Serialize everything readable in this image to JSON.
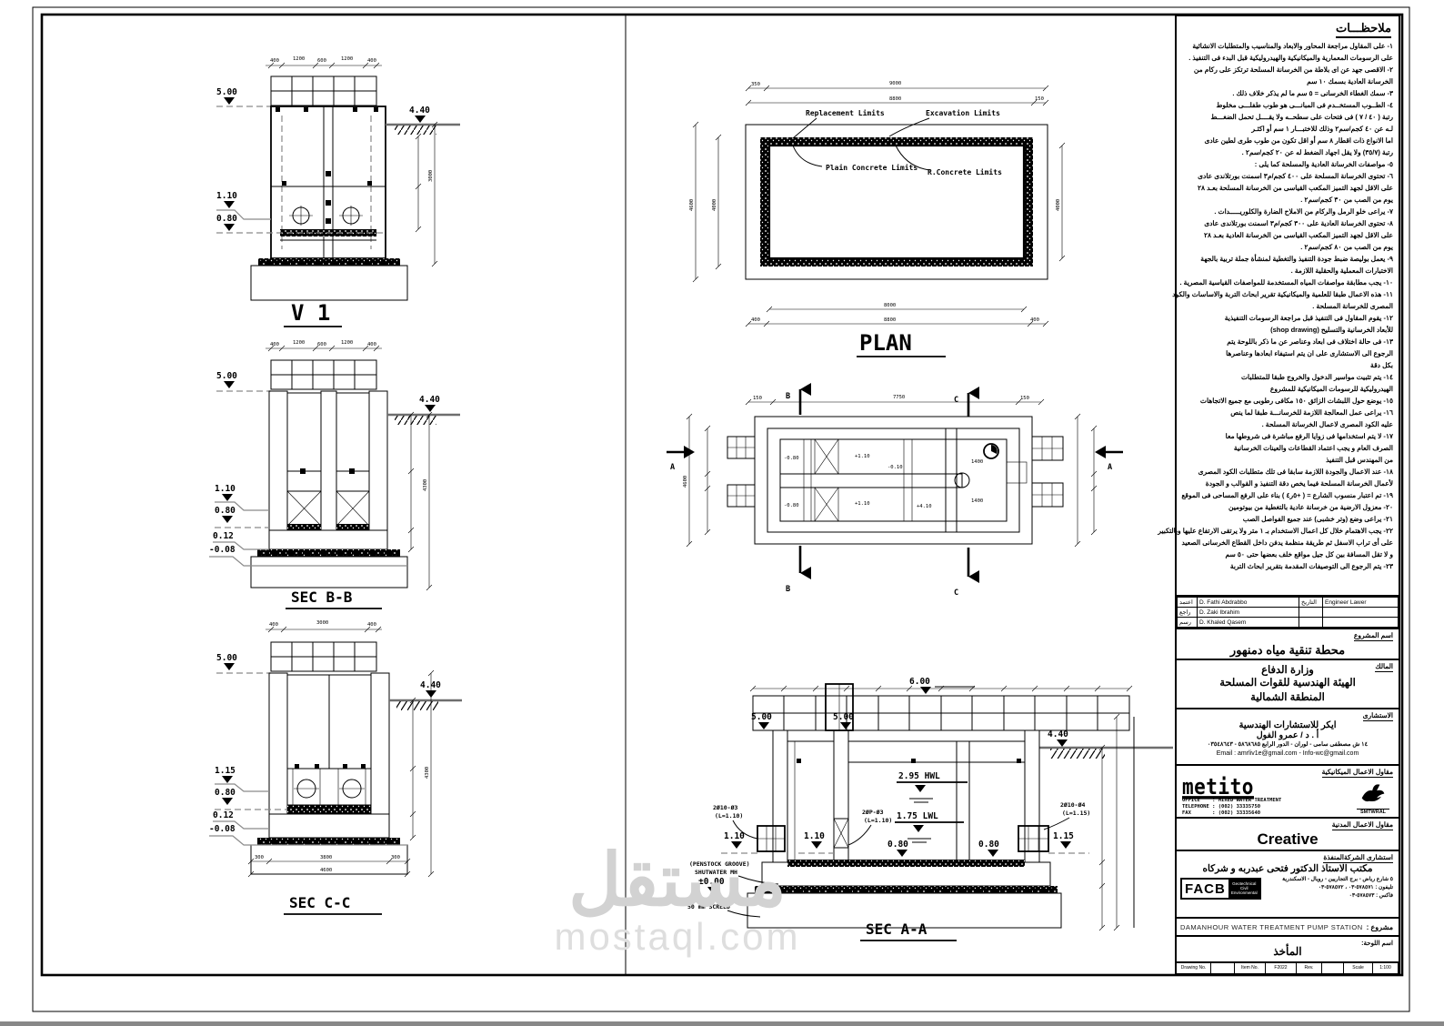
{
  "colors": {
    "ink": "#000000",
    "leader_gray": "#8a8a8a",
    "ground_gray": "#6e6e6e",
    "watermark": "#d2d2d2"
  },
  "watermark": {
    "word": "مستقل",
    "site": "mostaql.com"
  },
  "dims_top_row": [
    "400",
    "1200",
    "600",
    "1200",
    "400"
  ],
  "v1": {
    "title": "V 1",
    "lvl_top": "5.00",
    "lvl_gl": "4.40",
    "lvl_a": "1.10",
    "lvl_b": "0.80",
    "dim_rot": "3000"
  },
  "bb": {
    "title": "SEC B-B",
    "lvl_top": "5.00",
    "lvl_gl": "4.40",
    "lvl_a": "1.10",
    "lvl_b": "0.80",
    "lvl_c": "0.12",
    "lvl_d": "-0.08",
    "dim_rot": "4300"
  },
  "cc": {
    "title": "SEC C-C",
    "lvl_top": "5.00",
    "lvl_gl": "4.40",
    "lvl_a": "1.15",
    "lvl_b": "0.80",
    "lvl_c": "0.12",
    "lvl_d": "-0.08",
    "dim_rot": "4300",
    "dim_top_a": "400",
    "dim_top_b": "3000",
    "dim_top_c": "400",
    "dim_bot1_a": "300",
    "dim_bot1_b": "3800",
    "dim_bot1_c": "300",
    "dim_bot2": "4600"
  },
  "plan": {
    "title": "PLAN",
    "label_replacement": "Replacement Limits",
    "label_excavation": "Excavation Limits",
    "label_plain": "Plain Concrete Limits",
    "label_rconcrete": "R.Concrete Limits",
    "dim_top1_a": "350",
    "dim_top1_b": "9000",
    "dim_top2_a": "8800",
    "dim_top2_b": "150",
    "dim_left_outer": "4600",
    "dim_left_inner": "4000",
    "dim_right": "4000",
    "dim_bot1": "8000",
    "dim_bot2_a": "400",
    "dim_bot2_b": "8800",
    "dim_bot2_c": "400"
  },
  "dplan": {
    "m_a": "A",
    "m_b": "B",
    "m_c": "C",
    "dim_top_a": "150",
    "dim_top_b": "7750",
    "dim_top_c": "150",
    "dim_left": "4600",
    "t1": "-0.80",
    "t2": "+1.10",
    "t3": "-0.10",
    "t4": "1400",
    "t5": "-0.80",
    "t6": "+1.10",
    "t7": "+4.10",
    "t8": "1400"
  },
  "aa": {
    "title": "SEC A-A",
    "lvl_600": "6.00",
    "lvl_500a": "5.00",
    "lvl_500b": "5.00",
    "lvl_gl": "4.40",
    "hwl": "2.95 HWL",
    "lwl": "1.75 LWL",
    "lvl_110a": "1.10",
    "lvl_110b": "1.10",
    "lvl_080a": "0.80",
    "lvl_080b": "0.80",
    "lvl_115": "1.15",
    "lvl_000": "±0.00",
    "pipe1a": "2Ø10-Ø3",
    "pipe1b": "(L=1.10)",
    "pipe2a": "2ØP-Ø3",
    "pipe2b": "(L=1.10)",
    "pipe3a": "2Ø10-Ø4",
    "pipe3b": "(L=1.15)",
    "penstock1": "(PENSTOCK GROOVE)",
    "penstock2": "SHUTWATER MH",
    "screed": "50 mm SCREED"
  },
  "notes": {
    "title": "ملاحظـــات",
    "lines": [
      "١- على المقاول مراجعة المحاور والابعاد والمناسيب والمتطلبات الانشائية",
      "على الرسومات المعمارية والميكانيكية والهيدروليكية قبل البدء فى التنفيذ .",
      "٢- الاقصى جهد عن اى بلاطة من الخرسانة المسلحة ترتكز على ركام من",
      "الخرسانة العادية بسمك ١٠ سم",
      "٣- سمك الغطاء الخرسانى = ٥ سم   ما لم يذكر خلاف ذلك .",
      "٤- الطــوب المستخــدم فى المبانـــى  هو طوب طفلـــى مخلوط",
      "رتبة ( ٤٠ / ٧ )  فى فتحات على سطحــه ولا يقــــل تحمل الضغـــط",
      "لـه عن  ٤٠  كجم/سم٢ وذلك للاختبـــار ١ سم  أو اكثـر",
      "اما الانواع ذات اقطار ٨ سم  أو اقل تكون من  طوب طرى لطين عادى",
      "رتبة (٣٥/٧) ولا يقل اجهاد الضغط له عن ٢٠  كجم/سم٢ .",
      "٥- مواصفات الخرسانة العادية والمسلحة كما يلى :",
      "٦- تحتوى الخرسانة المسلحة على ٤٠٠  كجم/م٣ اسمنت بورتلاندى عادى",
      "على الاقل لجهد التميز المكعب القياسى من الخرسانة المسلحة بعـد ٢٨",
      "يوم من الصب من ٣٠  كجم/سم٢ .",
      "٧- يراعى خلو الرمل والركام من الاملاح الضارة والكلوريـــــدات .",
      "٨- تحتوى الخرسانة العادية على ٣٠٠  كجم/م٣ اسمنت بورتلاندى عادى",
      "على الاقل لجهد التميز المكعب القياسى من الخرسانة العادية بعـد ٢٨",
      "يوم من الصب من ٨٠  كجم/سم٢ .",
      "٩- يعمل بوليصة ضبط جودة التنفيذ والتغطية لمنشأة جملة تربية بالجهة",
      "الاختبارات المعملية والحقلية اللازمة .",
      "١٠- يجب مطابقة مواصفات المياه المستخدمة للمواصفات القياسية المصرية .",
      "١١- هذه الاعمال طبقا للعلمية والميكانيكية تقرير ابحاث التربة والاساسات والكود",
      "المصرى للخرسانة المسلحة .",
      "١٢- يقوم المقاول فى التنفيذ قبل مراجعة الرسومات التنفيذية",
      "للأبعاد الخرسانية والتسليح (shop drawing)",
      "١٣- فى حالة اختلاف فى ابعاد وعناصر عن ما ذكر باللوحة يتم",
      "الرجوع الى الاستشارى على ان يتم استيفاء ابعادها وعناصرها",
      "بكل دقة",
      "١٤- يتم تثبيت مواسير الدخول والخروج طبقا للمتطلبات",
      "الهيدروليكية للرسومات الميكانيكية للمشروع",
      "١٥- يوضع حول اللبشات الزائق ١٥٠ مكافى رطوبى مع جميع الاتجاهات",
      "١٦- يراعى عمل المعالجة اللازمة للخرسانـــة   طبقا لما ينص",
      "عليه الكود المصرى لاعمال الخرسانة المسلحة .",
      "١٧- لا يتم استخدامها فى زوايا الرفع مباشرة فى شروطها معا",
      "الصرف العام و يجب اعتماد القطاعات والعينات الخرسانية",
      "من المهندس قبل التنفيذ",
      "١٨- عند الاعمال والجودة اللازمة سابقا فى تلك متطلبات الكود المصرى",
      "لأعمال الخرسانة المسلحة فيما يخص دقة التنفيذ و القوالب و الجودة",
      "١٩- تم اعتبار منسوب الشارع = ( +٥ر٤ )  بناء على الرفع المساحى فى الموقع",
      "٢٠- معزول الارضية من خرسانة عادية بالتغطية من بيوتومين",
      "٢١- يراعى وضع (وتر خشبى) عند جميع الفواصل الصب",
      "٢٢- يجب الاهتمام خلال كل اعمال الاستخدام بـ ١ متر ولا يرتقى الارتفاع عليها وبالتكبير",
      "على أى تراب الاسفل ثم طريقة منظمة يدفن داخل القطاع الخرسانى الصعيد",
      "و لا تقل المسافة بين كل جيل مواقع خلف بعضها حتى ٥٠ سم",
      "٢٣- يتم الرجوع الى التوصيفات المقدمة بتقرير ابحاث التربة"
    ]
  },
  "titleblock": {
    "approvals": [
      {
        "role": "اعتمد",
        "name": "D. Fathi Abdrabbo",
        "k": "التاريخ",
        "v": "Engineer Lawer"
      },
      {
        "role": "راجع",
        "name": "D. Zaki Ibrahim",
        "k": "",
        "v": ""
      },
      {
        "role": "رسم",
        "name": "D. Khaled Qasem",
        "k": "",
        "v": ""
      }
    ],
    "project_label": "اسم المشروع",
    "project_name": "محطة تنقية مياه دمنهور",
    "owner_label": "المالك",
    "owner1": "وزارة الدفاع",
    "owner2": "الهيئة الهندسية للقوات المسلحة",
    "owner3": "المنطقة الشمالية",
    "consult_label": "الاستشارى",
    "consult1": "ايكر للاستشارات الهندسية",
    "consult2": "أ . د / عمرو الفول",
    "consult3": "١٤ ش مصطفى سامى - لوران - الدور الرابع   ٥٨٦٨٦٨٥ - ٠٣٥٤٨٦٤٣",
    "consult4": "Email : amrliv1e@gmail.com  -  Info-wc@gmail.com",
    "mech_label": "مقاول الاعمال الميكانيكية",
    "mech_logo": "metito",
    "mech_office": "OFFICE    : MIXED WATER TREATMENT",
    "mech_tel": "TELEPHONE : (002) 33335750",
    "mech_fax": "FAX       : (002) 33335640",
    "mech_bird": "SMTWRAL",
    "civil_label": "مقاول الاعمال المدنية",
    "civil_name": "Creative",
    "exec_label": "استشارى الشركةالمنفذة",
    "exec_name": "مكتب الاستاذ الدكتور فتحى عبدربه و شركاه",
    "exec_addr": "٥ شارع رياض - برج التجاريين - رويال - الاسكندرية",
    "exec_tel": "تليفون : ٥٧٨٥٧١-٠٣ ، ٥٧٨٥٧٢-٠٣",
    "exec_fax": "فاكس : ٥٧٨٥٧٣-٠٣",
    "facb": "FACB",
    "facb_lines": [
      "Geotechnical",
      "Civil",
      "Environmental"
    ],
    "proj_row_label": "مشروع :",
    "proj_row_value": "DAMANHOUR WATER TREATMENT PUMP STATION",
    "sheet_row_label": "اسم اللوحة:",
    "sheet_row_value": "المأخذ",
    "strip": [
      "Drawing No.",
      "",
      "Item No.",
      "F2022",
      "Rev.",
      "",
      "Scale",
      "1:100"
    ]
  }
}
